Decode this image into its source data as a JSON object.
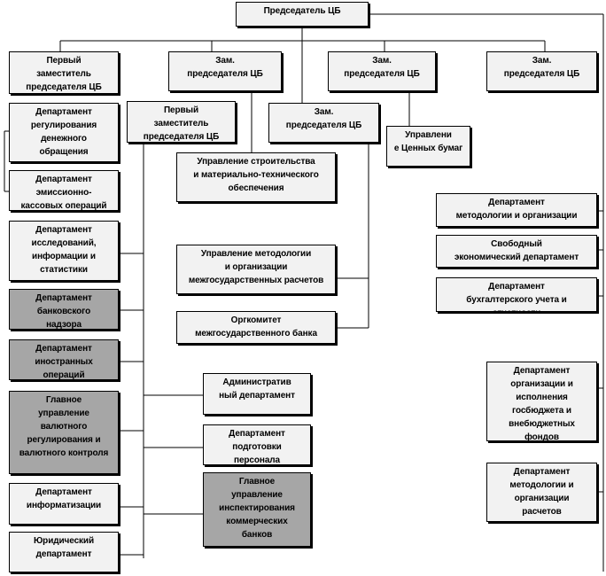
{
  "chairman": "Председатель ЦБ",
  "deputies": {
    "first_deputy_left": "Первый\nзаместитель\nпредседателя ЦБ",
    "deputy_2": "Зам.\nпредседателя ЦБ",
    "deputy_3": "Зам.\nпредседателя ЦБ",
    "deputy_4": "Зам.\nпредседателя ЦБ",
    "first_deputy_mid": "Первый\nзаместитель\nпредседателя ЦБ",
    "deputy_mid2": "Зам.\nпредседателя ЦБ"
  },
  "left_column": [
    "Департамент\nрегулирования\nденежного\nобращения",
    "Департамент\nэмиссионно-\nкассовых операций",
    "Департамент\nисследований,\nинформации и\nстатистики",
    "Департамент\nбанковского\nнадзора",
    "Департамент\nиностранных\nопераций",
    "Главное\nуправление\nвалютного\nрегулирования и\nвалютного контроля",
    "Департамент\nинформатизации",
    "Юридический\nдепартамент"
  ],
  "center_column": [
    "Управление строительства\nи материально-технического\nобеспечения",
    "Управление методологии\nи организации\nмежгосударственных расчетов",
    "Оргкомитет\nмежгосударственного банка"
  ],
  "securities": "Управлени\nе Ценных бумаг",
  "lower_center": [
    "Административ\nный департамент",
    "Департамент\nподготовки\nперсонала",
    "Главное\nуправление\nинспектирования\nкоммерческих\nбанков"
  ],
  "right_column": [
    "Департамент\nметодологии и организации",
    "Свободный\nэкономический департамент",
    "Департамент\nбухгалтерского учета и\nотчетности"
  ],
  "right_lower": [
    "Департамент\nорганизации и\nисполнения\nгосбюджета и\nвнебюджетных\nфондов",
    "Департамент\nметодологии и\nорганизации\nрасчетов"
  ],
  "colors": {
    "box_fill": "#f2f2f2",
    "dark_fill": "#a6a6a6",
    "line": "#000000"
  }
}
